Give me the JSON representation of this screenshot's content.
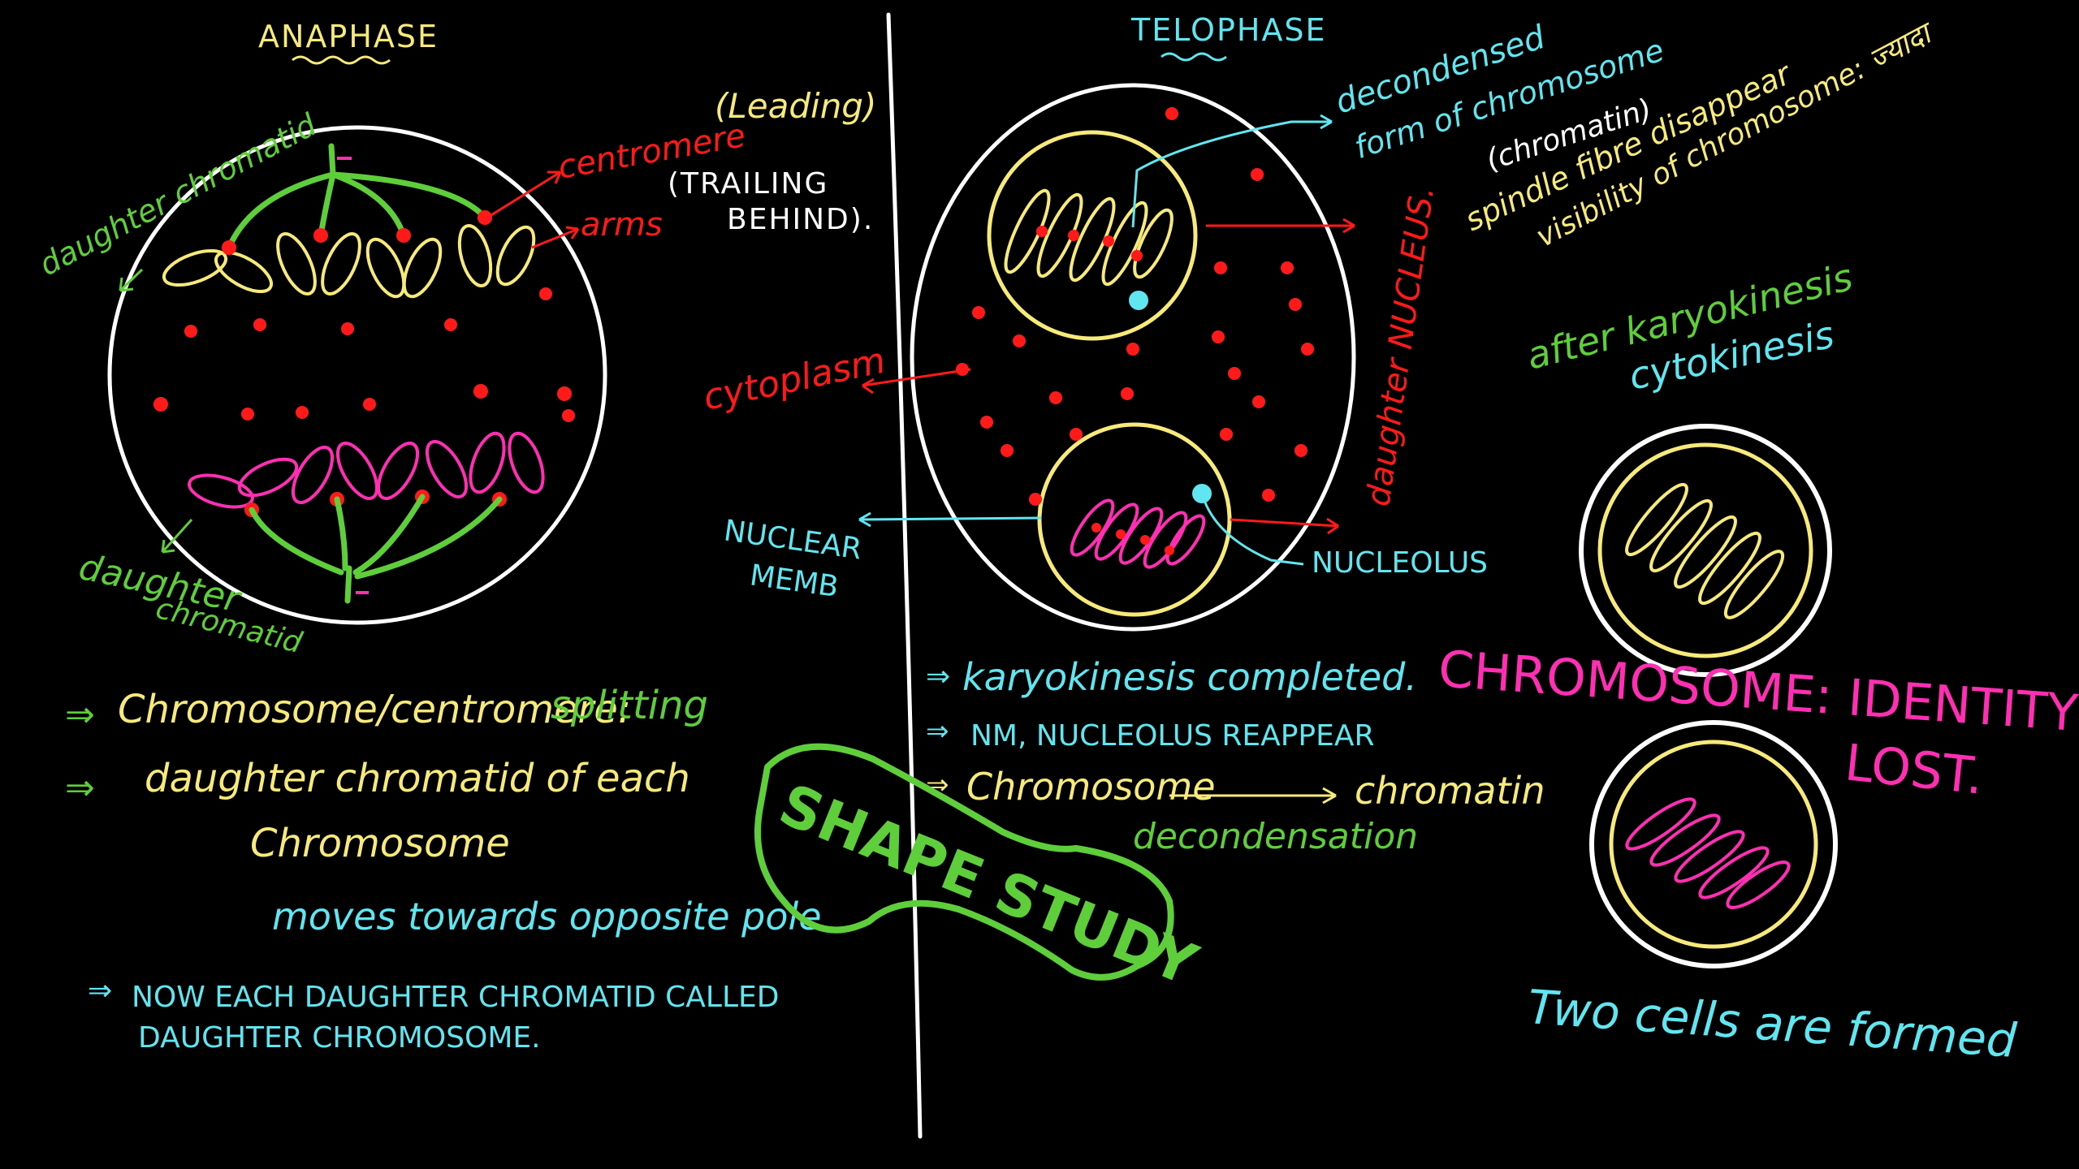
{
  "colors": {
    "background": "#000000",
    "chalk_white": "#ffffff",
    "chalk_yellow": "#f7ea7a",
    "chalk_red": "#ff1a1a",
    "chalk_green": "#5ecf3a",
    "chalk_cyan": "#5fe6f0",
    "chalk_magenta": "#ff2fb4"
  },
  "anaphase": {
    "title": "ANAPHASE",
    "labels": {
      "daughter_chromatid_top": "daughter chromatid",
      "centromere": "centromere",
      "leading": "(Leading)",
      "arms": "arms",
      "trailing_line1": "(TRAILING",
      "trailing_line2": "BEHIND).",
      "daughter_bottom_line1": "daughter",
      "daughter_bottom_line2": "chromatid"
    },
    "notes": {
      "point1_a": "Chromosome/centromere:",
      "point1_b": "splitting",
      "point2_a": "daughter chromatid of each",
      "point2_b": "Chromosome",
      "point2_c": "moves towards opposite pole",
      "point3_line1": "NOW EACH DAUGHTER CHROMATID CALLED",
      "point3_line2": "DAUGHTER CHROMOSOME."
    },
    "arrow_glyph": "⇒"
  },
  "telophase": {
    "title": "TELOPHASE",
    "labels": {
      "decondensed_line1": "decondensed",
      "decondensed_line2": "form of chromosome",
      "decondensed_line3": "(chromatin)",
      "cytoplasm": "cytoplasm",
      "daughter_nucleus": "daughter NUCLEUS.",
      "nuclear_memb_line1": "NUCLEAR",
      "nuclear_memb_line2": "MEMB",
      "nucleolus": "NUCLEOLUS",
      "spindle": "spindle fibre disappear",
      "visibility": "visibility of chromosome: ज्यादा"
    },
    "notes": {
      "point1": "karyokinesis completed.",
      "point2": "NM, NUCLEOLUS REAPPEAR",
      "point3_a": "Chromosome",
      "point3_b": "chromatin",
      "point3_c": "decondensation"
    },
    "arrow_glyph": "⇒"
  },
  "right": {
    "after_line1": "after karyokinesis",
    "after_line2": "cytokinesis",
    "identity_line1": "CHROMOSOME: IDENTITY",
    "identity_line2": "LOST.",
    "two_cells": "Two cells are formed"
  },
  "logo": {
    "text": "SHAPE STUDY"
  }
}
